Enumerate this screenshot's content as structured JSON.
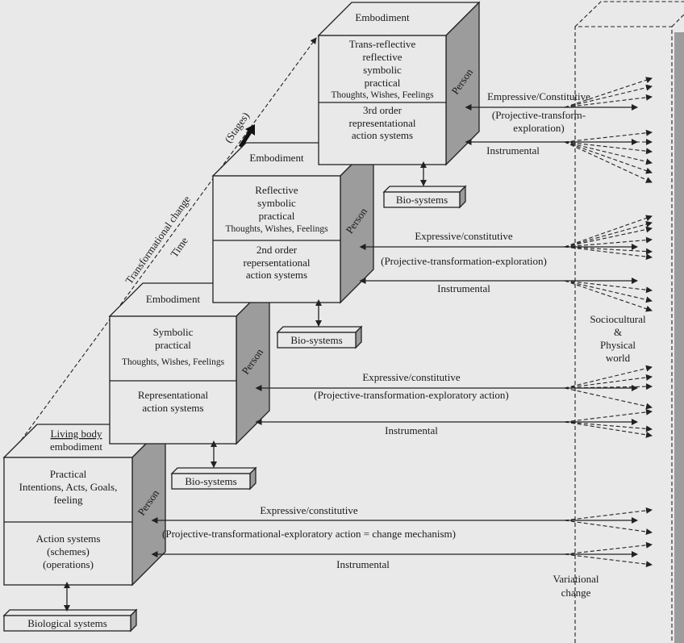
{
  "colors": {
    "background": "#e9e9e9",
    "side_face": "#9c9c9c",
    "line": "#222222"
  },
  "axis": {
    "transformational_change": "Transformational change",
    "time": "Time",
    "stages": "(Stages)"
  },
  "cubes": [
    {
      "top": [
        "Living body",
        "embodiment"
      ],
      "upper": [
        "Practical",
        "Intentions, Acts, Goals,",
        "feeling"
      ],
      "lower": [
        "Action systems",
        "(schemes)",
        "(operations)"
      ],
      "side": "Person",
      "bio": "Biological systems",
      "expressive": "Expressive/constitutive",
      "projective": "(Projective-transformational-exploratory action = change mechanism)",
      "instrumental": "Instrumental"
    },
    {
      "top": [
        "Embodiment"
      ],
      "upper": [
        "Symbolic",
        "practical",
        "Thoughts, Wishes, Feelings"
      ],
      "lower": [
        "Representational",
        "action systems"
      ],
      "side": "Person",
      "bio": "Bio-systems",
      "expressive": "Expressive/constitutive",
      "projective": "(Projective-transformation-exploratory action)",
      "instrumental": "Instrumental"
    },
    {
      "top": [
        "Embodiment"
      ],
      "upper": [
        "Reflective",
        "symbolic",
        "practical",
        "Thoughts, Wishes, Feelings"
      ],
      "lower": [
        "2nd order",
        "repersentational",
        "action systems"
      ],
      "side": "Person",
      "bio": "Bio-systems",
      "expressive": "Expressive/constitutive",
      "projective": "(Projective-transformation-exploration)",
      "instrumental": "Instrumental"
    },
    {
      "top": [
        "Embodiment"
      ],
      "upper": [
        "Trans-reflective",
        "reflective",
        "symbolic",
        "practical",
        "Thoughts, Wishes, Feelings"
      ],
      "lower": [
        "3rd order",
        "representational",
        "action systems"
      ],
      "side": "Person",
      "bio": "Bio-systems",
      "expressive": "Empressive/Constitutive",
      "projective": "(Projective-transform-",
      "projective2": "exploration)",
      "instrumental": "Instrumental"
    }
  ],
  "world": {
    "label": [
      "Sociocultural",
      "&",
      "Physical",
      "world"
    ],
    "variational": [
      "Variational",
      "change"
    ]
  }
}
